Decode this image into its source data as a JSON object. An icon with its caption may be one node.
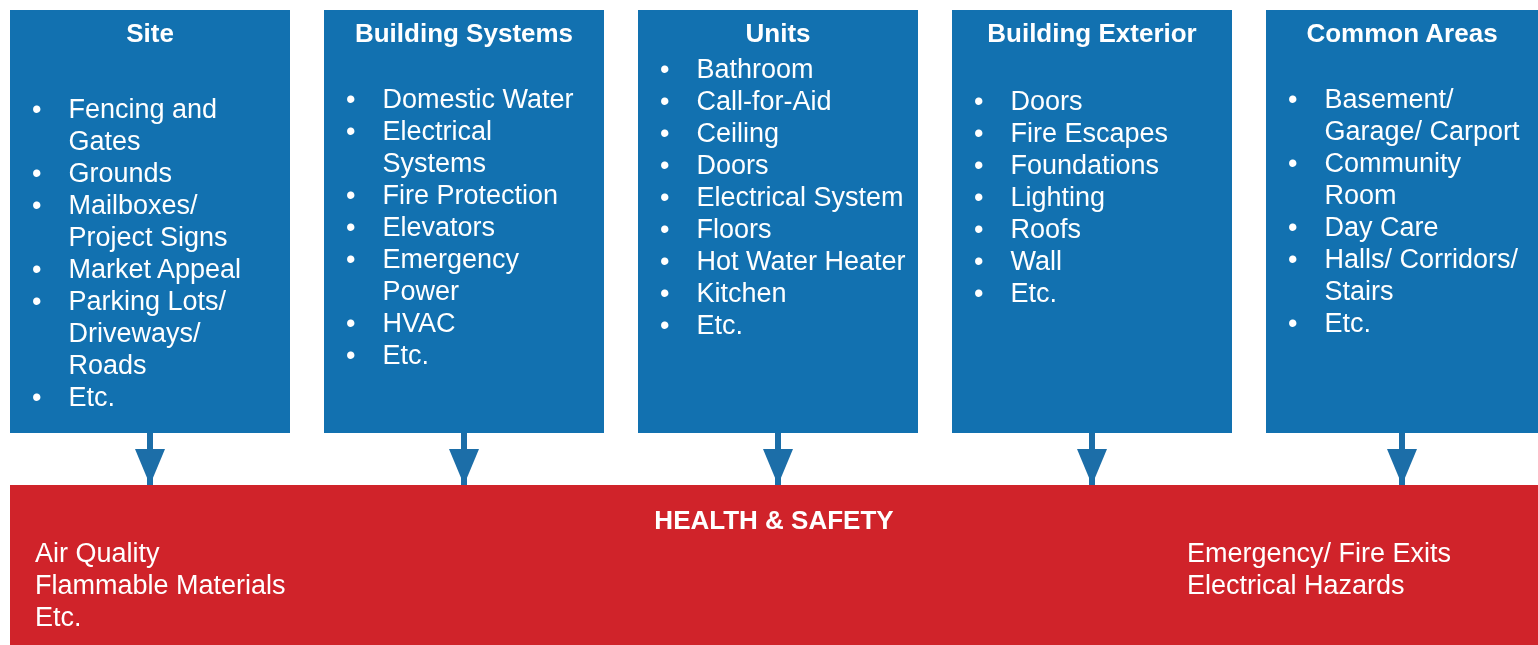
{
  "diagram": {
    "nodes": [
      {
        "text": [
          "Site",
          "• Fencing and Gates",
          "• Grounds",
          "• Mailboxes/ Project Signs",
          "• Market Appeal",
          "• Parking Lots/ Driveways/ Roads",
          "• Etc."
        ]
      },
      {
        "text": [
          "Building Systems",
          "• Domestic Water",
          "• Electrical Systems",
          "• Fire Protection",
          "• Elevators",
          "• Emergency Power",
          "• HVAC",
          "• Etc."
        ]
      },
      {
        "text": [
          "Units",
          "• Bathroom",
          "• Call-for-Aid",
          "• Ceiling",
          "• Doors",
          "• Electrical System",
          "• Floors",
          "• Hot Water Heater",
          "• Kitchen",
          "• Etc."
        ]
      },
      {
        "text": [
          "Building Exterior",
          "• Doors",
          "• Fire Escapes",
          "• Foundations",
          "• Lighting",
          "• Roofs",
          "• Wall",
          "• Etc."
        ]
      },
      {
        "text": [
          "Common Areas",
          "• Basement/ Garage/ Carport",
          "• Community Room",
          "• Day Care",
          "• Halls/ Corridors/ Stairs",
          "• Etc."
        ]
      },
      {
        "text": [
          "HEALTH & SAFETY",
          "Air Quality",
          "Flammable Materials",
          "Etc.",
          "Emergency/ Fire Exits",
          "Electrical Hazards"
        ]
      }
    ],
    "edges": [
      {
        "from": 0,
        "to": 5,
        "arrow": "to"
      },
      {
        "from": 1,
        "to": 5,
        "arrow": "to"
      },
      {
        "from": 2,
        "to": 5,
        "arrow": "to"
      },
      {
        "from": 3,
        "to": 5,
        "arrow": "to"
      },
      {
        "from": 4,
        "to": 5,
        "arrow": "to"
      }
    ]
  }
}
